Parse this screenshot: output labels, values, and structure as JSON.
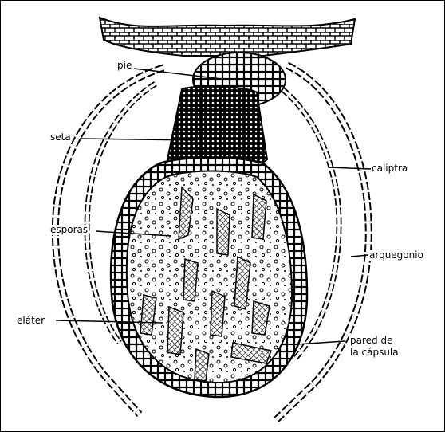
{
  "labels": {
    "pie": "pie",
    "seta": "seta",
    "caliptra": "caliptra",
    "esporas": "esporas",
    "arquegonio": "arquegonio",
    "elater": "eláter",
    "pared_line1": "pared de",
    "pared_line2": "la cápsula"
  },
  "colors": {
    "ink": "#000000",
    "paper": "#ffffff"
  }
}
